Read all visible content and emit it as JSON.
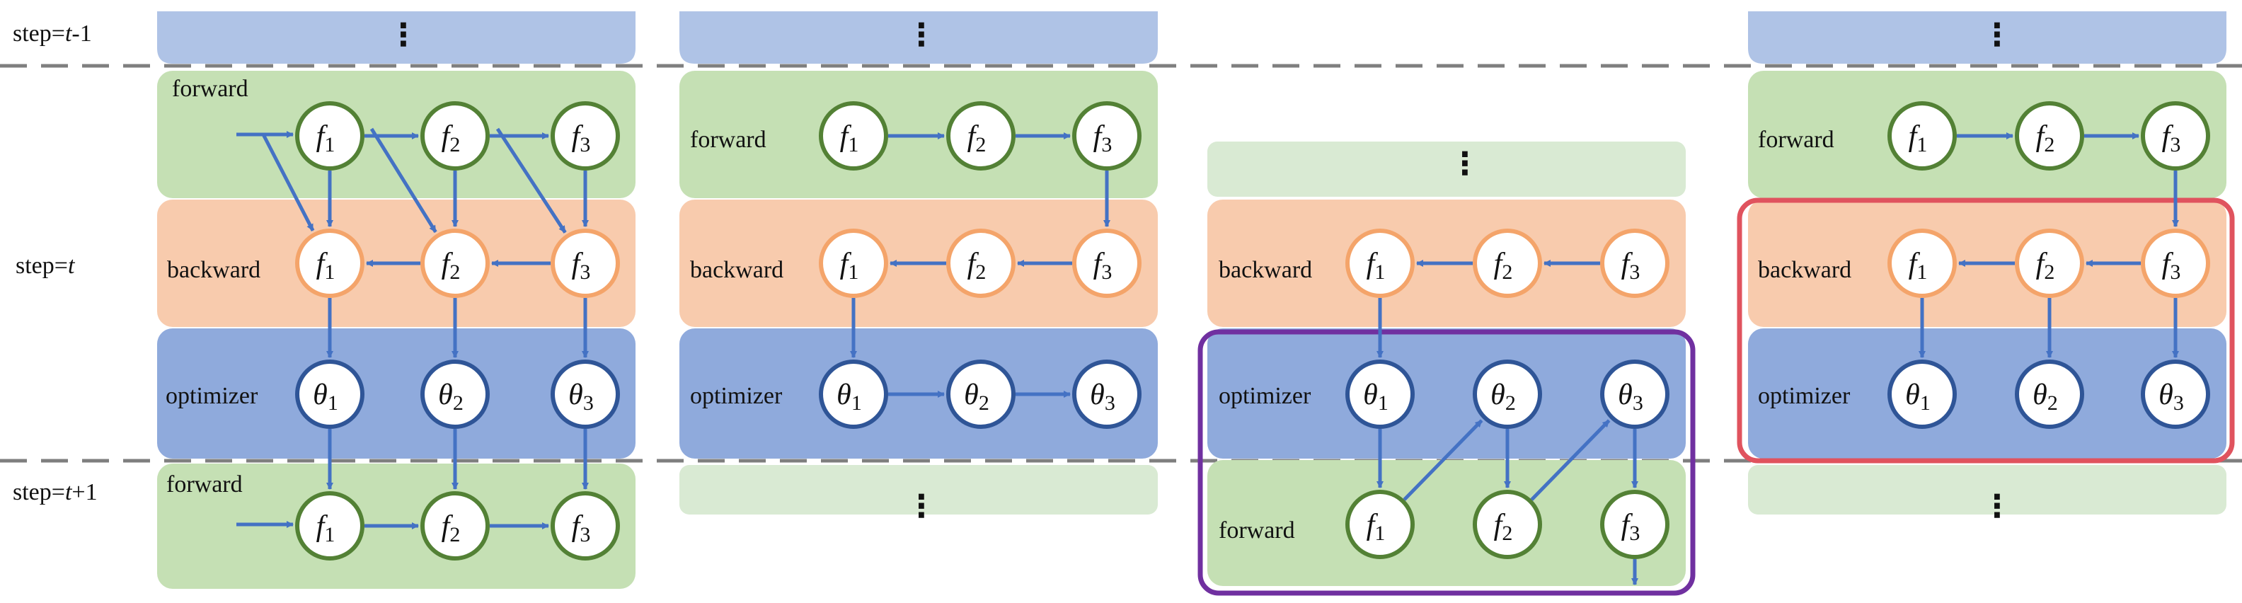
{
  "step_labels": {
    "prev": {
      "prefix": "step=",
      "var": "t",
      "suffix": "-1"
    },
    "curr": {
      "prefix": "step=",
      "var": "t",
      "suffix": ""
    },
    "next": {
      "prefix": "step=",
      "var": "t",
      "suffix": "+1"
    }
  },
  "stage_labels": {
    "forward": "forward",
    "backward": "backward",
    "optimizer": "optimizer"
  },
  "node_labels": {
    "f": "f",
    "theta": "θ",
    "subscripts": [
      "1",
      "2",
      "3"
    ]
  },
  "ellipsis": "⋮",
  "colors": {
    "forward_band": "#c5e0b4",
    "forward_band_faded": "#d9ead3",
    "backward_band": "#f8cbad",
    "optimizer_band": "#8faadc",
    "prev_band": "#afc3e6",
    "forward_node_border": "#538135",
    "backward_node_border": "#f4a46a",
    "optimizer_node_border": "#2f5597",
    "arrow": "#4472c4",
    "divider": "#7f7f7f",
    "highlight_purple": "#7030a0",
    "highlight_red": "#e0535e"
  }
}
